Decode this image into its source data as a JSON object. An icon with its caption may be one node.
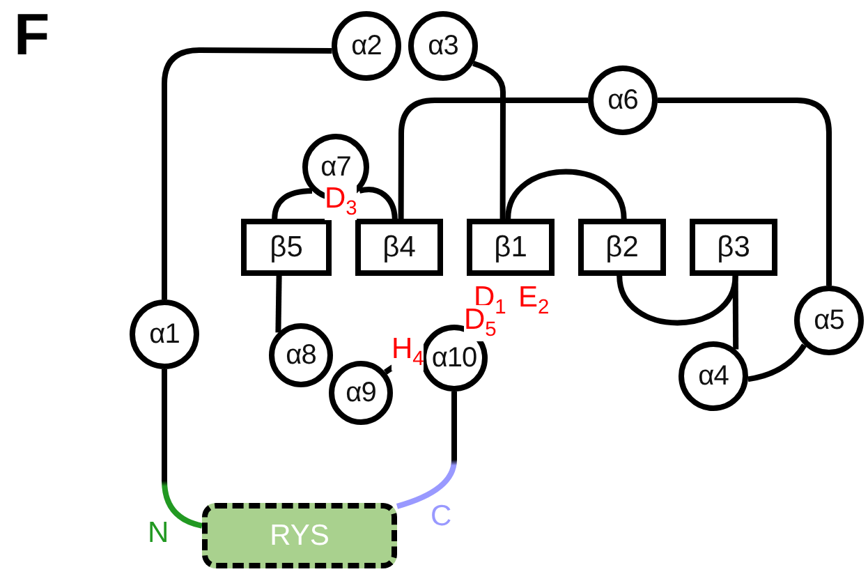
{
  "diagram": {
    "title": "F",
    "nodes": [
      {
        "text": [
          "α2"
        ]
      },
      {
        "text": [
          "α3"
        ]
      },
      {
        "text": [
          "α6"
        ]
      },
      {
        "text": [
          "α7"
        ]
      },
      {
        "text": [
          "β5"
        ]
      },
      {
        "text": [
          "β4"
        ]
      },
      {
        "text": [
          "β1"
        ]
      },
      {
        "text": [
          "β2"
        ]
      },
      {
        "text": [
          "β3"
        ]
      },
      {
        "text": [
          "α1"
        ]
      },
      {
        "text": [
          "α5"
        ]
      },
      {
        "text": [
          "α10"
        ]
      },
      {
        "text": [
          "α8"
        ]
      },
      {
        "text": [
          "α9"
        ]
      },
      {
        "text": [
          "α4"
        ]
      },
      {
        "text": [
          "RYS"
        ]
      }
    ],
    "edges": [
      {
        "from": 15,
        "to": 9,
        "arrow": "none",
        "label": "N",
        "color": "#229922"
      },
      {
        "from": 9,
        "to": 0,
        "arrow": "none"
      },
      {
        "from": 1,
        "to": 6,
        "arrow": "none"
      },
      {
        "from": 6,
        "to": 7,
        "arrow": "none"
      },
      {
        "from": 7,
        "to": 8,
        "arrow": "none"
      },
      {
        "from": 8,
        "to": 14,
        "arrow": "none"
      },
      {
        "from": 14,
        "to": 10,
        "arrow": "none"
      },
      {
        "from": 10,
        "to": 2,
        "arrow": "none"
      },
      {
        "from": 2,
        "to": 5,
        "arrow": "none"
      },
      {
        "from": 5,
        "to": 3,
        "arrow": "none"
      },
      {
        "from": 3,
        "to": 4,
        "arrow": "none"
      },
      {
        "from": 4,
        "to": 12,
        "arrow": "none"
      },
      {
        "from": 13,
        "to": 11,
        "arrow": "none",
        "label": "H$_{4}$"
      },
      {
        "from": 11,
        "to": 15,
        "arrow": "none",
        "label": "C",
        "color": "#9999ff"
      }
    ],
    "labels": [
      "D$_{3}$",
      "D$_{1}$",
      "E$_{2}$",
      "D$_{5}$"
    ]
  }
}
